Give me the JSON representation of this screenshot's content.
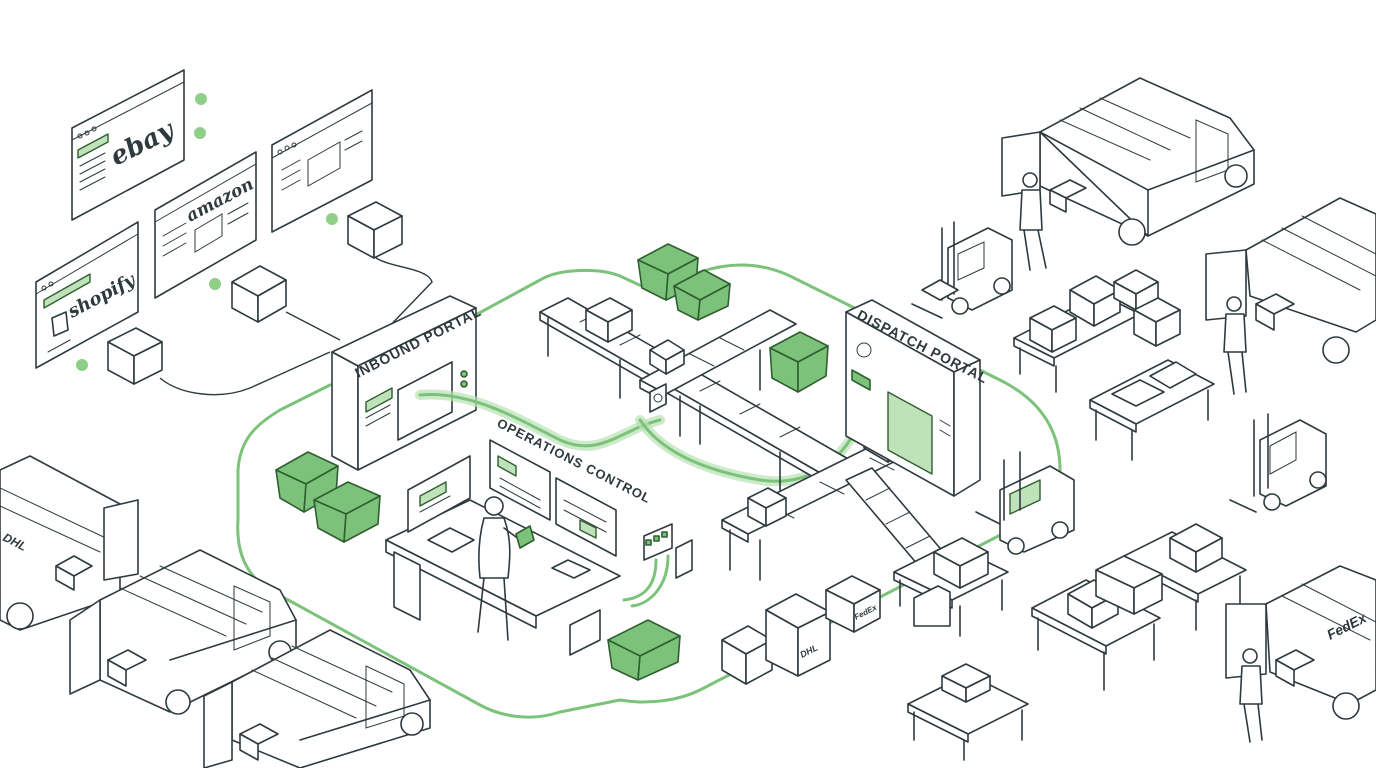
{
  "labels": {
    "inbound": "INBOUND PORTAL",
    "operations": "OPERATIONS CONTROL",
    "dispatch": "DISPATCH PORTAL"
  },
  "marketplaces": {
    "ebay": "ebay",
    "amazon": "amazon",
    "shopify": "shopify"
  },
  "carriers": {
    "dhl": "DHL",
    "fedex": "FedEx"
  },
  "colors": {
    "accent": "#7cc27a",
    "accent_dark": "#2f5f30",
    "ink": "#2f3a3f"
  }
}
